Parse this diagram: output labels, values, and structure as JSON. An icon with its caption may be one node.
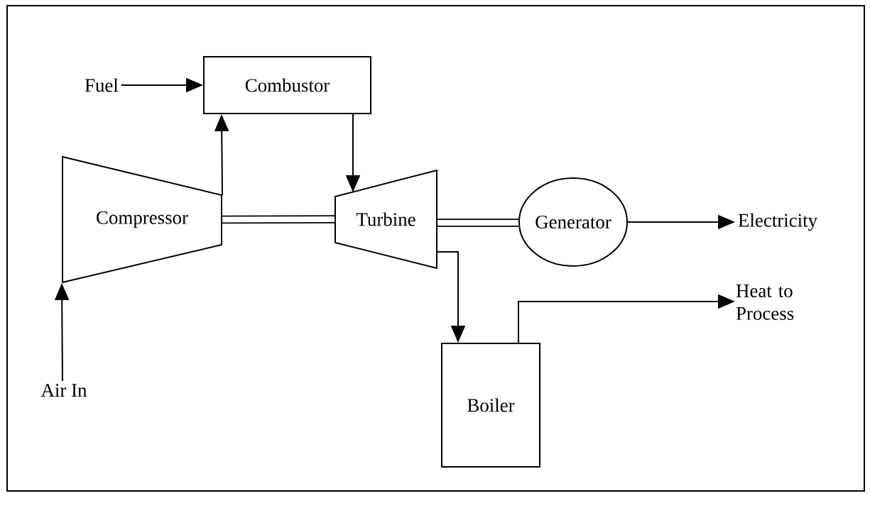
{
  "diagram": {
    "nodes": [
      {
        "text": [
          "Fuel"
        ]
      },
      {
        "text": [
          "Combustor"
        ]
      },
      {
        "text": [
          "Compressor"
        ]
      },
      {
        "text": [
          "Turbine"
        ]
      },
      {
        "text": [
          "Generator"
        ]
      },
      {
        "text": [
          "Electricity"
        ]
      },
      {
        "text": [
          "Air In"
        ]
      },
      {
        "text": [
          "Boiler"
        ]
      },
      {
        "text": [
          "Heat to Process"
        ]
      }
    ],
    "edges": [
      {
        "from": 0,
        "to": 1,
        "arrow": "to"
      },
      {
        "from": 2,
        "to": 1,
        "arrow": "to"
      },
      {
        "from": 1,
        "to": 3,
        "arrow": "to"
      },
      {
        "from": 2,
        "to": 3,
        "arrow": "none",
        "style": "thick"
      },
      {
        "from": 3,
        "to": 4,
        "arrow": "none",
        "style": "thick"
      },
      {
        "from": 4,
        "to": 5,
        "arrow": "to"
      },
      {
        "from": 6,
        "to": 2,
        "arrow": "to"
      },
      {
        "from": 3,
        "to": 7,
        "arrow": "to"
      },
      {
        "from": 7,
        "to": 8,
        "arrow": "to"
      }
    ]
  }
}
